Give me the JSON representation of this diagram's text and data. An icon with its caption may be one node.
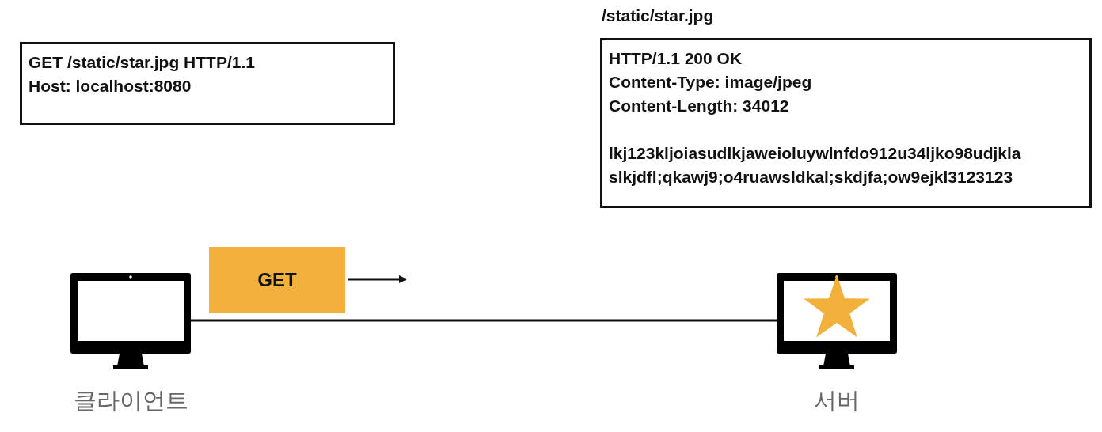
{
  "diagram": {
    "nodes": [
      {
        "text": [],
        "shape": "computer",
        "beside": [
          "클라이언트"
        ]
      },
      {
        "text": [],
        "shape": "computer",
        "beside": [
          "서버"
        ]
      },
      {
        "text": [
          "GET /static/star.jpg HTTP/1.1",
          "Host: localhost:8080"
        ]
      },
      {
        "text": [
          "/static/star.jpg",
          "HTTP/1.1 200 OK",
          "Content-Type: image/jpeg",
          "Content-Length: 34012",
          "lkj123kljoiasudlkjaweioluywlnfdo912u34ljko98udjkla slkjdfl;qkawj9;o4ruawsldkal;skdjfa;ow9ejkl3123123"
        ]
      },
      {
        "text": [
          "GET"
        ]
      }
    ],
    "edges": [
      {
        "from": 0,
        "to": 1,
        "arrow": "none"
      },
      {
        "from": 4,
        "to": null,
        "arrow": "to"
      }
    ]
  }
}
